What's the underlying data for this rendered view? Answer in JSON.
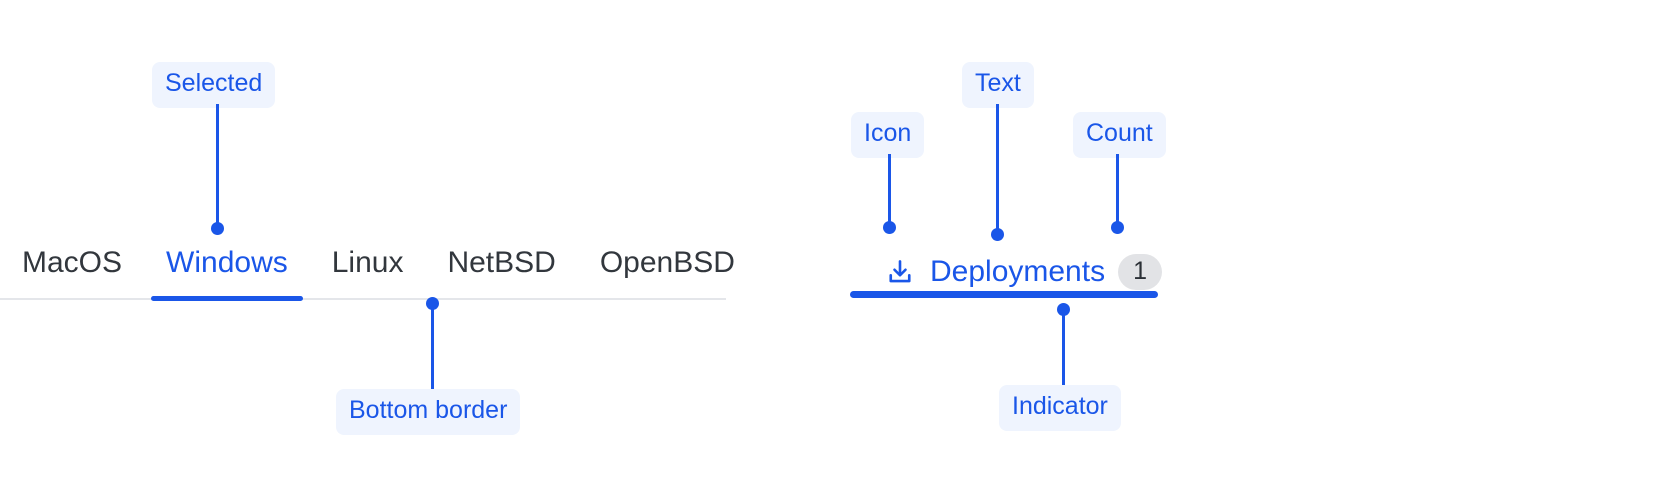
{
  "tabs_group": {
    "items": [
      {
        "label": "MacOS",
        "selected": false
      },
      {
        "label": "Windows",
        "selected": true
      },
      {
        "label": "Linux",
        "selected": false
      },
      {
        "label": "NetBSD",
        "selected": false
      },
      {
        "label": "OpenBSD",
        "selected": false
      }
    ],
    "annotations": {
      "selected": "Selected",
      "bottom_border": "Bottom border"
    }
  },
  "tab_item_group": {
    "icon": "download-icon",
    "label": "Deployments",
    "count": "1",
    "annotations": {
      "icon": "Icon",
      "text": "Text",
      "count": "Count",
      "indicator": "Indicator"
    }
  },
  "colors": {
    "accent": "#1a56e8",
    "annotation_bg": "#eff4fe",
    "tab_text": "#32373d",
    "border": "#e4e6ea",
    "badge_bg": "#e2e3e6",
    "badge_text": "#2b3036"
  }
}
